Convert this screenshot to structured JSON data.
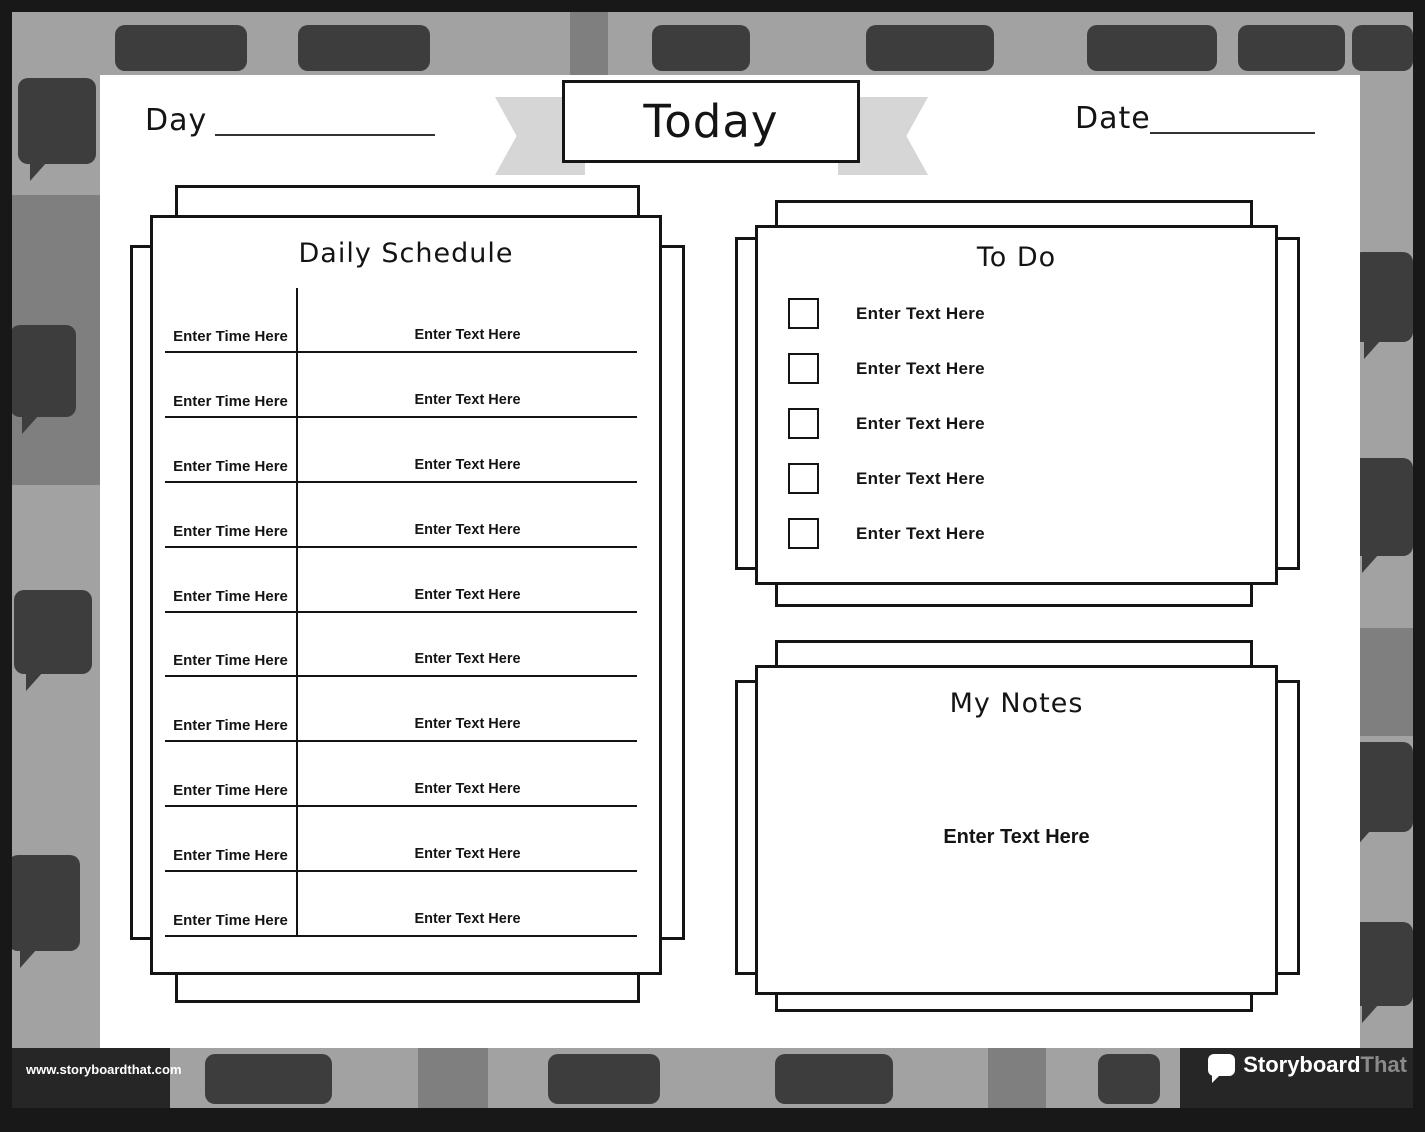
{
  "header": {
    "day_label": "Day",
    "banner_title": "Today",
    "date_label": "Date"
  },
  "schedule": {
    "title": "Daily Schedule",
    "rows": [
      {
        "time": "Enter Time Here",
        "text": "Enter Text Here"
      },
      {
        "time": "Enter Time Here",
        "text": "Enter Text Here"
      },
      {
        "time": "Enter Time Here",
        "text": "Enter Text Here"
      },
      {
        "time": "Enter Time Here",
        "text": "Enter Text Here"
      },
      {
        "time": "Enter Time Here",
        "text": "Enter Text Here"
      },
      {
        "time": "Enter Time Here",
        "text": "Enter Text Here"
      },
      {
        "time": "Enter Time Here",
        "text": "Enter Text Here"
      },
      {
        "time": "Enter Time Here",
        "text": "Enter Text Here"
      },
      {
        "time": "Enter Time Here",
        "text": "Enter Text Here"
      },
      {
        "time": "Enter Time Here",
        "text": "Enter Text Here"
      }
    ]
  },
  "todo": {
    "title": "To Do",
    "items": [
      "Enter Text Here",
      "Enter Text Here",
      "Enter Text Here",
      "Enter Text Here",
      "Enter Text Here"
    ]
  },
  "notes": {
    "title": "My Notes",
    "placeholder": "Enter Text Here"
  },
  "footer": {
    "url": "www.storyboardthat.com",
    "logo_storyboard": "Storyboard",
    "logo_that": "That"
  },
  "colors": {
    "border_gray": "#a2a2a2",
    "bubble_dark": "#3d3d3d",
    "ribbon_gray": "#d6d6d6",
    "ink": "#141414"
  }
}
